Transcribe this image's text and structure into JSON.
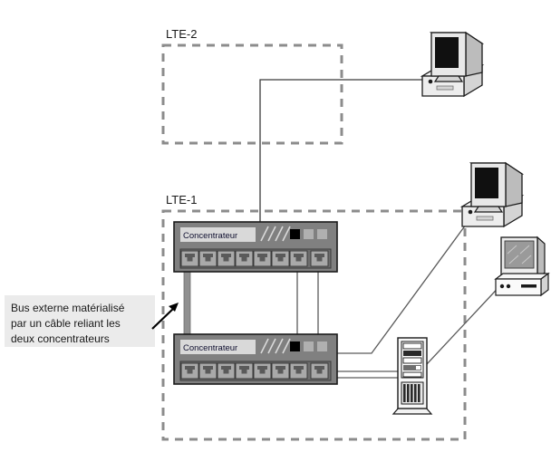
{
  "diagram": {
    "title_hidden": "",
    "zones": [
      {
        "id": "lte2",
        "label": "LTE-2"
      },
      {
        "id": "lte1",
        "label": "LTE-1"
      }
    ],
    "annotation": {
      "line1": "Bus externe  matérialisé",
      "line2": "par un câble reliant les",
      "line3": "deux concentrateurs"
    },
    "devices": {
      "concentrator_top": {
        "label": "Concentrateur",
        "port_count": 8,
        "led_count": 3,
        "slash_count": 4
      },
      "concentrator_bottom": {
        "label": "Concentrateur",
        "port_count": 8,
        "led_count": 3,
        "slash_count": 4
      },
      "workstation_top": {
        "name": "desktop-computer"
      },
      "workstation_middle": {
        "name": "desktop-computer"
      },
      "workstation_right": {
        "name": "pc-computer"
      },
      "server_tower": {
        "name": "tower-server"
      }
    },
    "colors": {
      "zone_border": "#8c8c8c",
      "device_body": "#808080",
      "device_body_dark": "#6e6e6e",
      "port_fill": "#a9a9a9",
      "port_jack": "#5a5a5a",
      "led_on": "#000000",
      "led_off": "#b0b0b0",
      "label_bg": "#d9d9d9",
      "cable": "#5a5a5a",
      "bus_cable": "#909090",
      "note_bg": "#ebebeb",
      "outline": "#000000",
      "screen_dark": "#101010",
      "case_light": "#f2f2f2",
      "case_mid": "#d4d4d4",
      "case_shade": "#bcbcbc"
    }
  }
}
